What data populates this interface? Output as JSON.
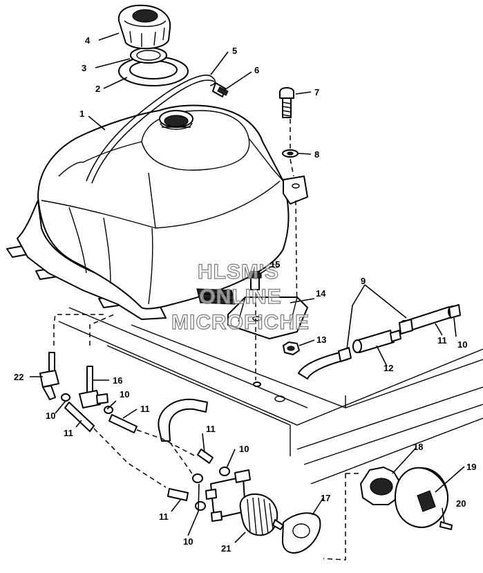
{
  "diagram": {
    "callouts": [
      "1",
      "2",
      "3",
      "4",
      "5",
      "6",
      "7",
      "8",
      "9",
      "9",
      "10",
      "10",
      "10",
      "10",
      "10",
      "11",
      "11",
      "11",
      "11",
      "11",
      "12",
      "13",
      "14",
      "15",
      "16",
      "17",
      "18",
      "19",
      "20",
      "21",
      "22"
    ]
  },
  "watermark": {
    "line1": "HLSM'S",
    "line2": "ONLINE",
    "line3": "MICROFICHE"
  }
}
